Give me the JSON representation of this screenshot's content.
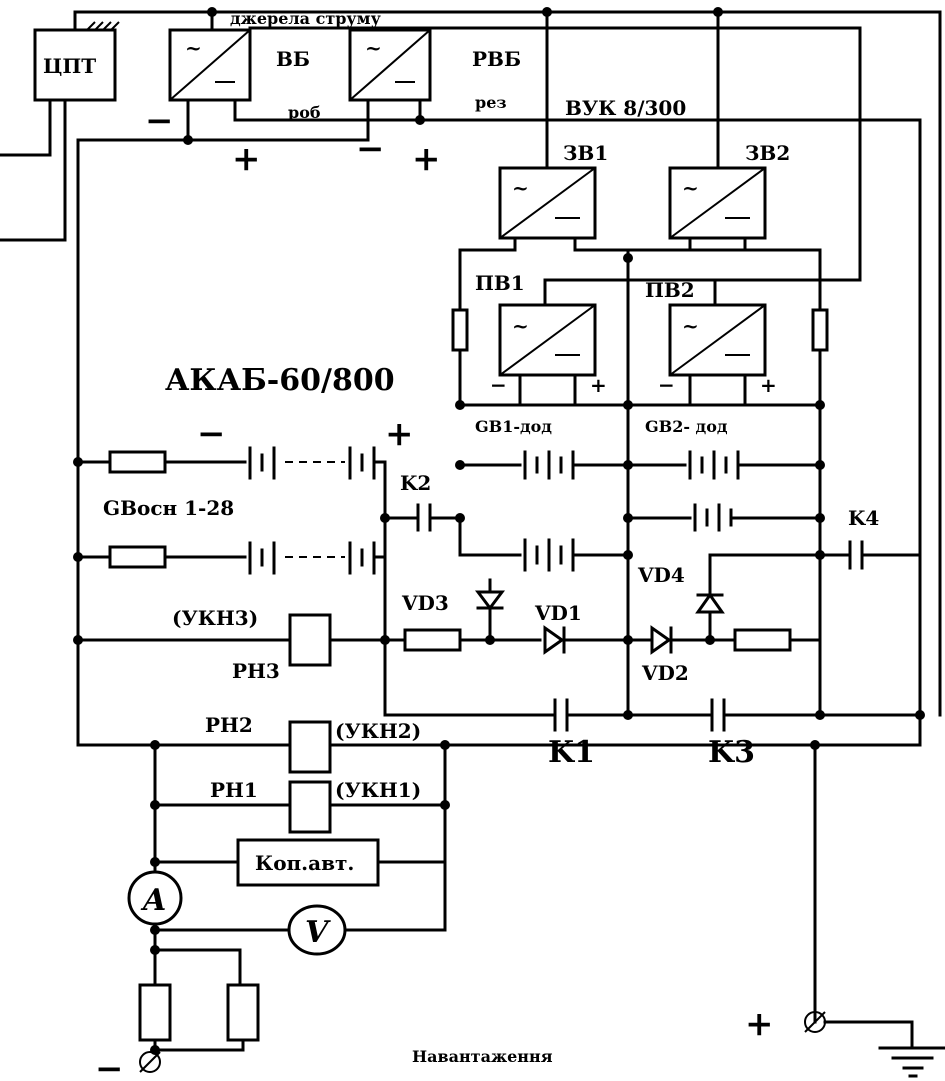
{
  "labels": {
    "cppt": "ЦПТ",
    "vb": "ВБ",
    "rvb": "РВБ",
    "source_title": "джерела струму",
    "rob": "роб",
    "rez": "рез",
    "vuk": "ВУК 8/300",
    "zv1": "ЗВ1",
    "zv2": "ЗВ2",
    "pv1": "ПВ1",
    "pv2": "ПВ2",
    "akab": "АКАБ-60/800",
    "gb1": "GB1-дод",
    "gb2": "GB2- дод",
    "gbosn": "GBосн 1-28",
    "k1": "K1",
    "k2": "K2",
    "k3": "K3",
    "k4": "K4",
    "vd1": "VD1",
    "vd2": "VD2",
    "vd3": "VD3",
    "vd4": "VD4",
    "ukn3": "(УКН3)",
    "rn3": "РН3",
    "rn2": "РН2",
    "ukn2": "(УКН2)",
    "rn1": "РН1",
    "ukn1": "(УКН1)",
    "kop": "Коп.авт.",
    "ammeter": "A",
    "voltmeter": "V",
    "load": "Навантаження",
    "plus": "+",
    "minus": "−"
  }
}
